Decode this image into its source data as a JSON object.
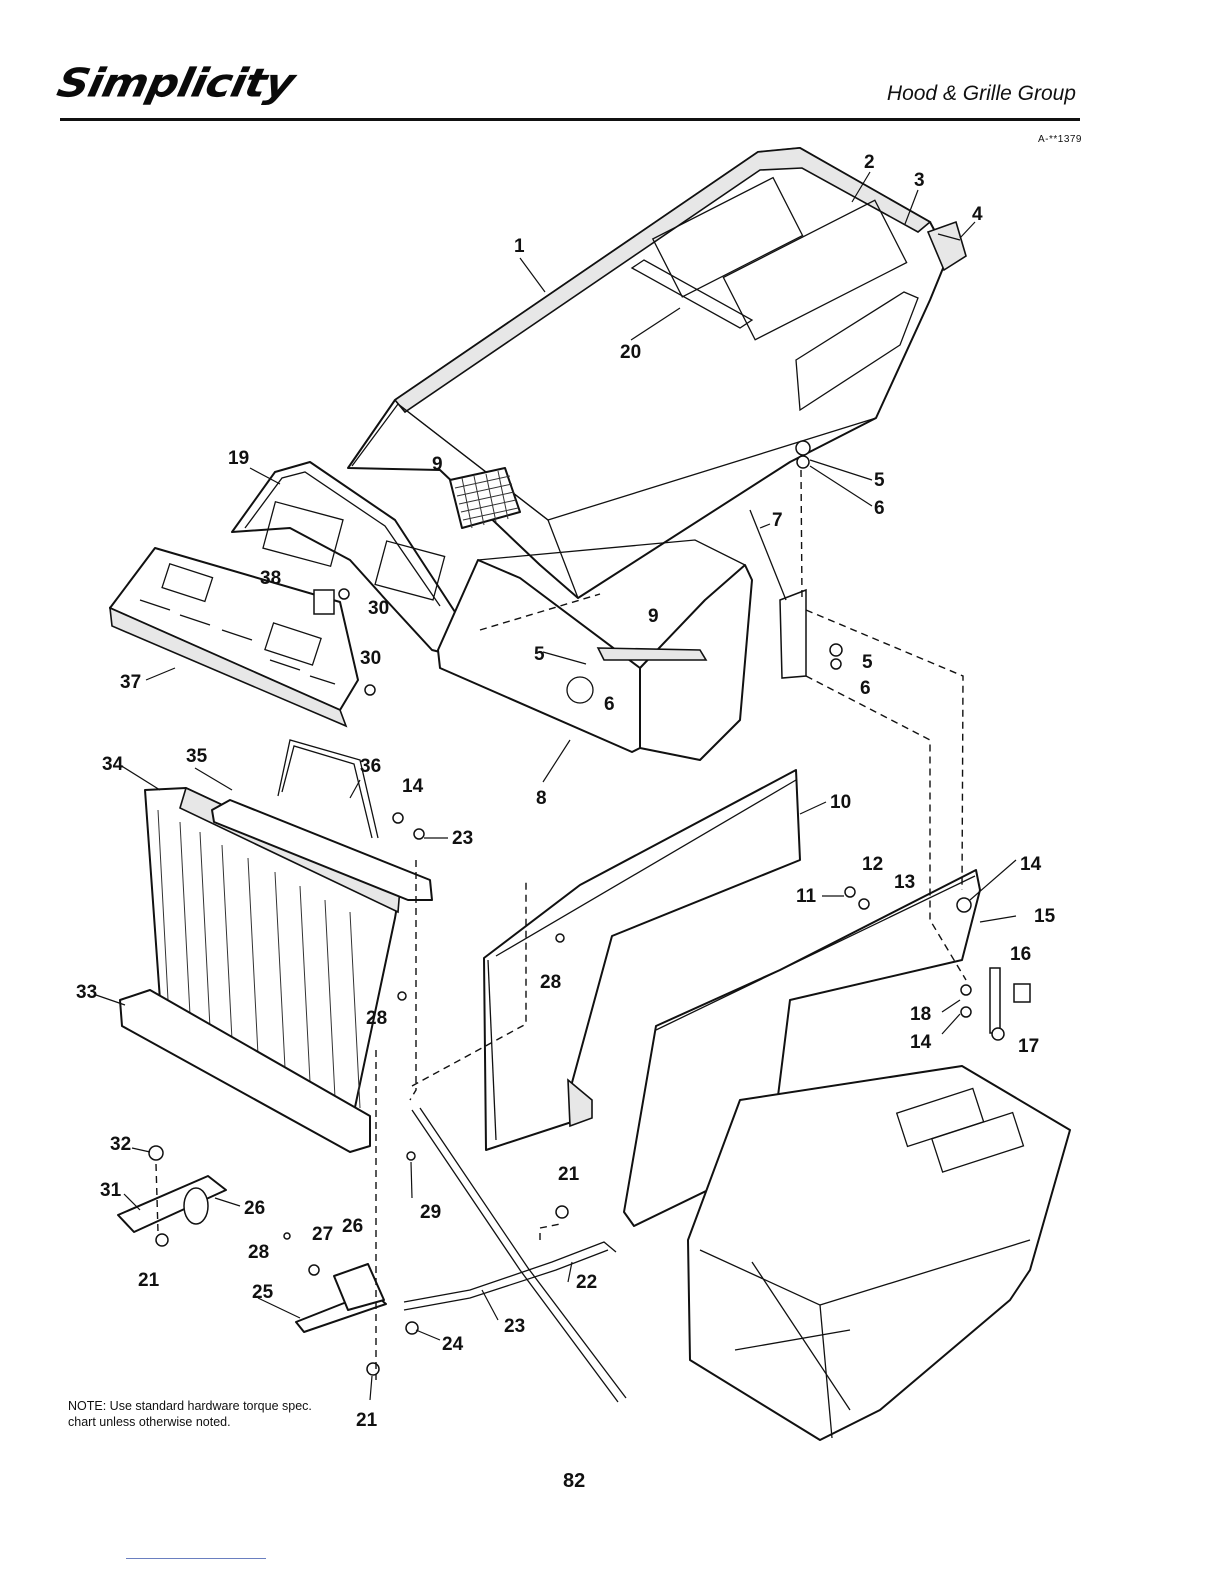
{
  "header": {
    "brand": "Simplicity",
    "section_title": "Hood & Grille Group",
    "drawing_number": "A-**1379"
  },
  "note": "NOTE: Use standard hardware torque spec. chart unless otherwise noted.",
  "page_number": "82",
  "callouts": {
    "c1": "1",
    "c2": "2",
    "c3": "3",
    "c4": "4",
    "c5a": "5",
    "c6a": "6",
    "c7": "7",
    "c20": "20",
    "c9a": "9",
    "c19": "19",
    "c38": "38",
    "c30a": "30",
    "c9b": "9",
    "c5b": "5",
    "c6b": "6",
    "c5c": "5",
    "c6c": "6",
    "c37": "37",
    "c30b": "30",
    "c36": "36",
    "c8": "8",
    "c34": "34",
    "c35": "35",
    "c14a": "14",
    "c23a": "23",
    "c10": "10",
    "c12": "12",
    "c13": "13",
    "c11": "11",
    "c14b": "14",
    "c15": "15",
    "c16": "16",
    "c28a": "28",
    "c33": "33",
    "c28b": "28",
    "c18": "18",
    "c14c": "14",
    "c17": "17",
    "c32": "32",
    "c31": "31",
    "c26a": "26",
    "c21a": "21",
    "c29": "29",
    "c21b": "21",
    "c28c": "28",
    "c27": "27",
    "c26b": "26",
    "c22": "22",
    "c25": "25",
    "c23b": "23",
    "c24": "24",
    "c21c": "21"
  }
}
